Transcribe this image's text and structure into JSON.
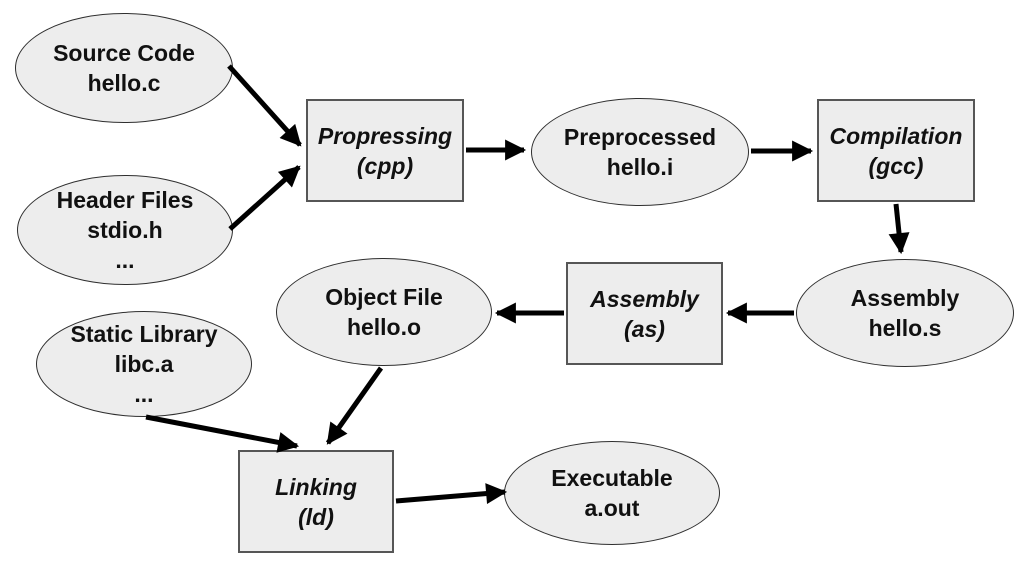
{
  "diagram": {
    "description": "C program compilation pipeline flow diagram",
    "colors": {
      "background": "#ffffff",
      "node_fill": "#ededed",
      "ellipse_stroke": "#2f2f2f",
      "rect_stroke": "#565656",
      "arrow": "#000000",
      "text": "#111111"
    },
    "nodes": {
      "source_code": {
        "line1": "Source Code",
        "line2": "hello.c"
      },
      "header_files": {
        "line1": "Header Files",
        "line2": "stdio.h",
        "line3": "..."
      },
      "preprocessing": {
        "line1": "Propressing",
        "line2": "(cpp)"
      },
      "preprocessed": {
        "line1": "Preprocessed",
        "line2": "hello.i"
      },
      "compilation": {
        "line1": "Compilation",
        "line2": "(gcc)"
      },
      "assembly_output": {
        "line1": "Assembly",
        "line2": "hello.s"
      },
      "assembler": {
        "line1": "Assembly",
        "line2": "(as)"
      },
      "object_file": {
        "line1": "Object File",
        "line2": "hello.o"
      },
      "static_library": {
        "line1": "Static Library",
        "line2": "libc.a",
        "line3": "..."
      },
      "linking": {
        "line1": "Linking",
        "line2": "(ld)"
      },
      "executable": {
        "line1": "Executable",
        "line2": "a.out"
      }
    },
    "edges": [
      {
        "from": "source_code",
        "to": "preprocessing"
      },
      {
        "from": "header_files",
        "to": "preprocessing"
      },
      {
        "from": "preprocessing",
        "to": "preprocessed"
      },
      {
        "from": "preprocessed",
        "to": "compilation"
      },
      {
        "from": "compilation",
        "to": "assembly_output"
      },
      {
        "from": "assembly_output",
        "to": "assembler"
      },
      {
        "from": "assembler",
        "to": "object_file"
      },
      {
        "from": "object_file",
        "to": "linking"
      },
      {
        "from": "static_library",
        "to": "linking"
      },
      {
        "from": "linking",
        "to": "executable"
      }
    ]
  }
}
